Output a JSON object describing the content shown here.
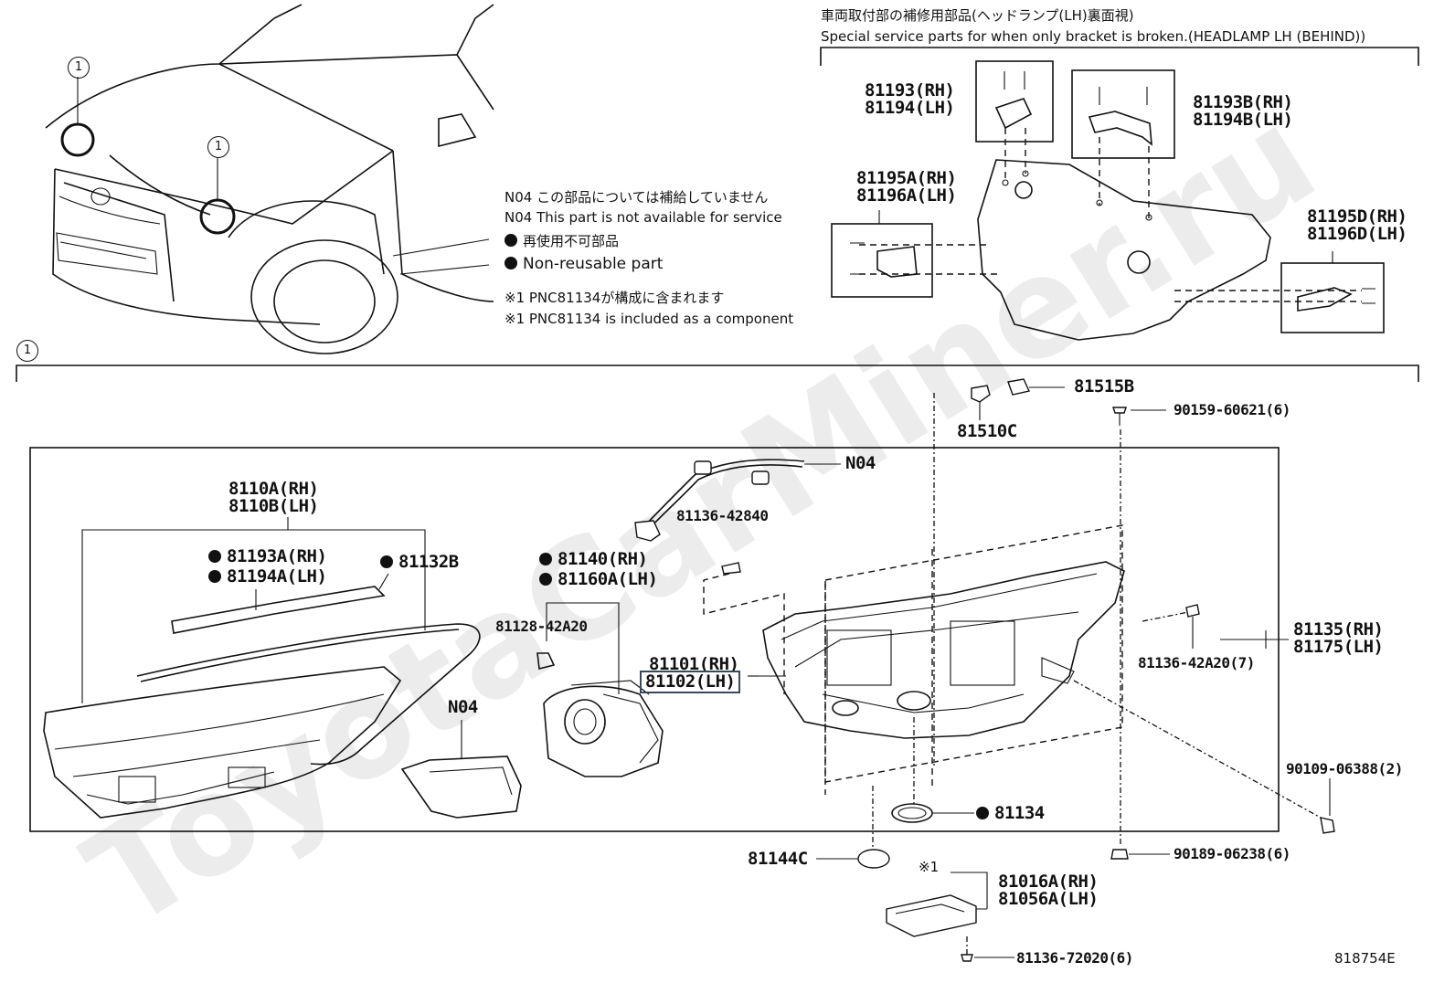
{
  "header": {
    "jp": "車両取付部の補修用部品(ヘッドランプ(LH)裏面視)",
    "en": "Special service parts for when only bracket is broken.(HEADLAMP LH (BEHIND))"
  },
  "notes": {
    "n04_jp": "N04 この部品については補給していません",
    "n04_en": "N04 This part is not available for service",
    "nonreuse_jp": "再使用不可部品",
    "nonreuse_en": "Non-reusable part",
    "pnc_jp": "※1 PNC81134が構成に含まれます",
    "pnc_en": "※1 PNC81134 is included as a component"
  },
  "callouts": {
    "one": "1"
  },
  "parts": {
    "p81193": "81193(RH)",
    "p81194": "81194(LH)",
    "p81193B": "81193B(RH)",
    "p81194B": "81194B(LH)",
    "p81195A": "81195A(RH)",
    "p81196A": "81196A(LH)",
    "p81195D": "81195D(RH)",
    "p81196D": "81196D(LH)",
    "p81515B": "81515B",
    "p90159": "90159-60621(6)",
    "p81510C": "81510C",
    "pN04a": "N04",
    "pN04b": "N04",
    "p8110A": "8110A(RH)",
    "p8110B": "8110B(LH)",
    "p81193A": "81193A(RH)",
    "p81194A": "81194A(LH)",
    "p81132B": "81132B",
    "p81140": "81140(RH)",
    "p81160A": "81160A(LH)",
    "p81136_42840": "81136-42840",
    "p81128": "81128-42A20",
    "p81101": "81101(RH)",
    "p81102": "81102(LH)",
    "p81135": "81135(RH)",
    "p81175": "81175(LH)",
    "p81136_42A20": "81136-42A20(7)",
    "p90109": "90109-06388(2)",
    "p81134": "81134",
    "p81144C": "81144C",
    "p90189": "90189-06238(6)",
    "p81016A": "81016A(RH)",
    "p81056A": "81056A(LH)",
    "p81136_72020": "81136-72020(6)",
    "star1": "※1"
  },
  "footer": {
    "ref": "818754E"
  },
  "watermark": "ToyotaCarMiner.ru"
}
